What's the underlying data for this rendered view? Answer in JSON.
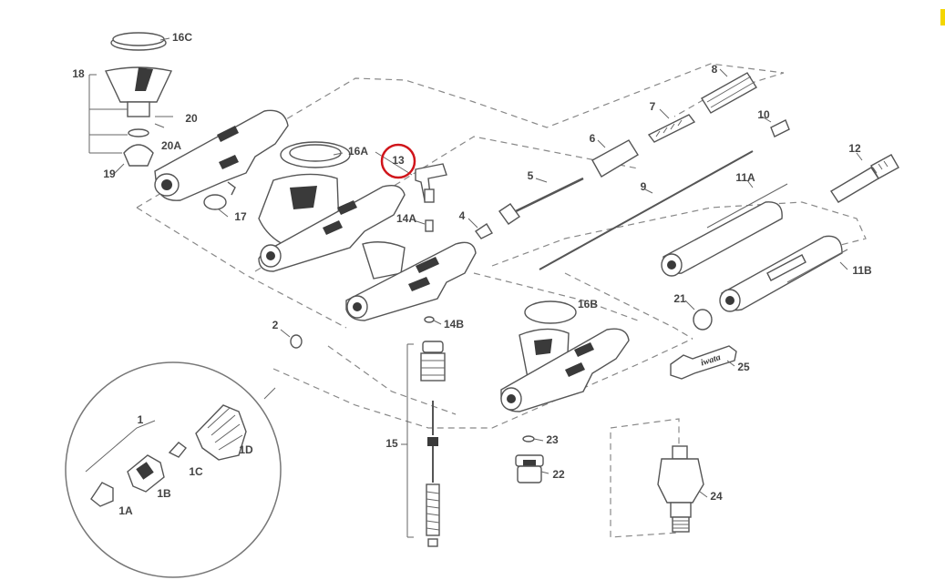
{
  "diagram": {
    "part_labels": {
      "p1": "1",
      "p1A": "1A",
      "p1B": "1B",
      "p1C": "1C",
      "p1D": "1D",
      "p2": "2",
      "p4": "4",
      "p5": "5",
      "p6": "6",
      "p7": "7",
      "p8": "8",
      "p9": "9",
      "p10": "10",
      "p11A": "11A",
      "p11B": "11B",
      "p12": "12",
      "p13": "13",
      "p14A": "14A",
      "p14B": "14B",
      "p15": "15",
      "p16A": "16A",
      "p16B": "16B",
      "p16C": "16C",
      "p17": "17",
      "p18": "18",
      "p19": "19",
      "p20": "20",
      "p20A": "20A",
      "p21": "21",
      "p22": "22",
      "p23": "23",
      "p24": "24",
      "p25": "25"
    },
    "wrench_brand": "iwata",
    "highlight": {
      "target": "13",
      "color": "#d0151b"
    }
  }
}
